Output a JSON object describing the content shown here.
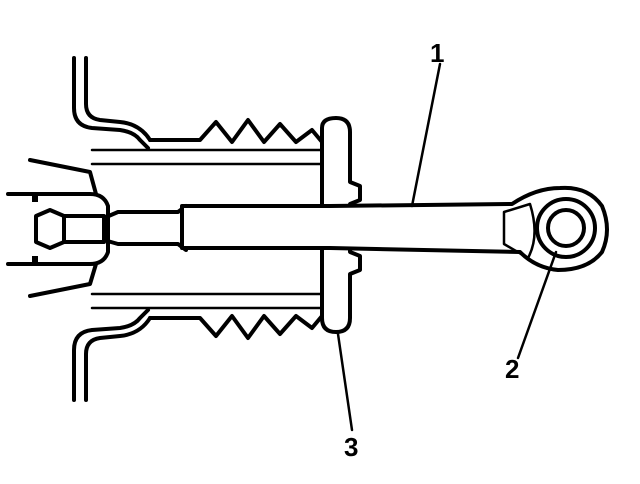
{
  "callouts": [
    {
      "label": "1",
      "part": "wrench-handle"
    },
    {
      "label": "2",
      "part": "ratchet-ring-end"
    },
    {
      "label": "3",
      "part": "dust-boot-flange"
    }
  ]
}
